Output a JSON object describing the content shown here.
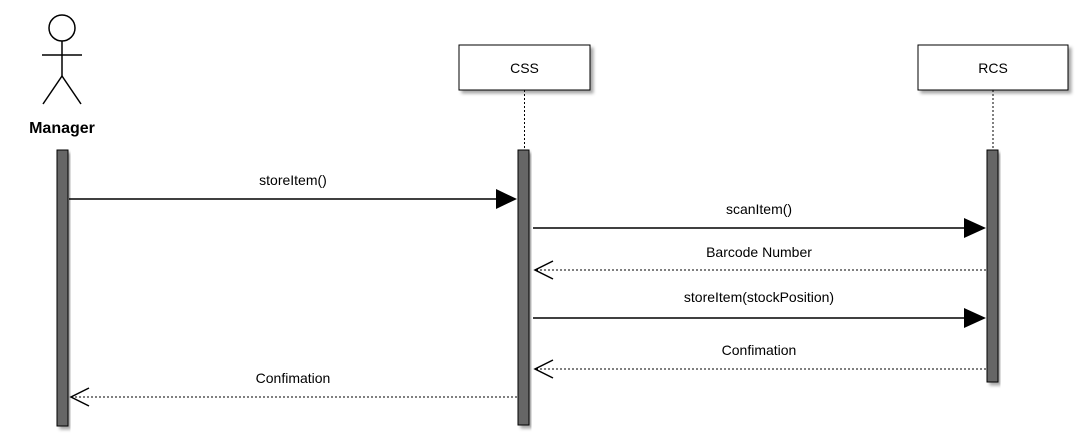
{
  "diagram": {
    "actor": {
      "label": "Manager"
    },
    "participants": [
      {
        "id": "css",
        "label": "CSS"
      },
      {
        "id": "rcs",
        "label": "RCS"
      }
    ],
    "messages": [
      {
        "id": "m1",
        "label": "storeItem()",
        "from": "Manager",
        "to": "CSS",
        "kind": "sync"
      },
      {
        "id": "m2",
        "label": "scanItem()",
        "from": "CSS",
        "to": "RCS",
        "kind": "sync"
      },
      {
        "id": "m3",
        "label": "Barcode Number",
        "from": "RCS",
        "to": "CSS",
        "kind": "return"
      },
      {
        "id": "m4",
        "label": "storeItem(stockPosition)",
        "from": "CSS",
        "to": "RCS",
        "kind": "sync"
      },
      {
        "id": "m5",
        "label": "Confimation",
        "from": "RCS",
        "to": "CSS",
        "kind": "return"
      },
      {
        "id": "m6",
        "label": "Confimation",
        "from": "CSS",
        "to": "Manager",
        "kind": "return"
      }
    ]
  }
}
